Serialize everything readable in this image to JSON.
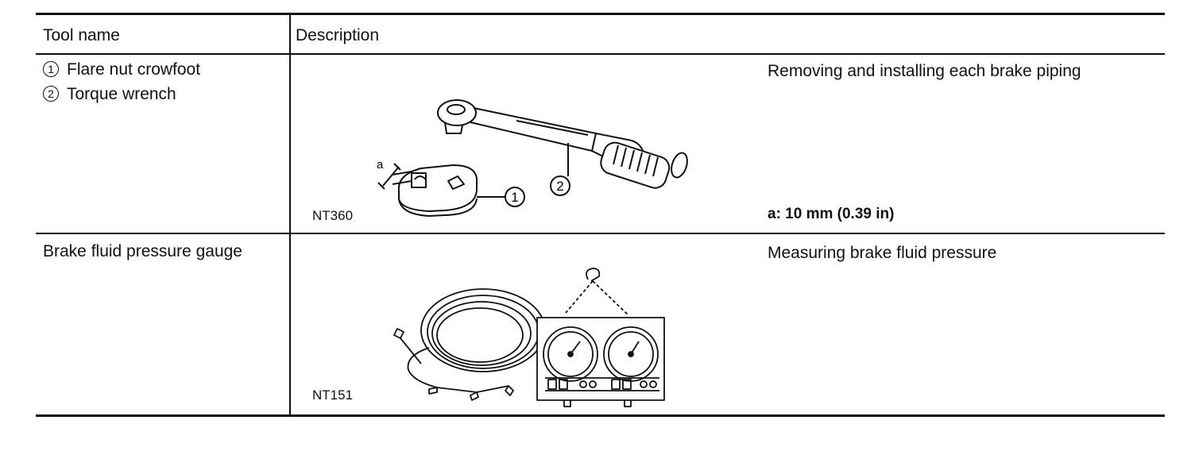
{
  "table": {
    "headers": {
      "tool_name": "Tool name",
      "description": "Description"
    },
    "rows": [
      {
        "tool_items": [
          {
            "number": "1",
            "name": "Flare nut crowfoot"
          },
          {
            "number": "2",
            "name": "Torque wrench"
          }
        ],
        "figure_code": "NT360",
        "callouts": {
          "dimension_label": "a",
          "crowfoot_number": "1",
          "wrench_number": "2"
        },
        "description": "Removing and installing each brake piping",
        "note": "a: 10 mm (0.39 in)"
      },
      {
        "tool_name": "Brake fluid pressure gauge",
        "figure_code": "NT151",
        "description": "Measuring brake fluid pressure"
      }
    ]
  }
}
